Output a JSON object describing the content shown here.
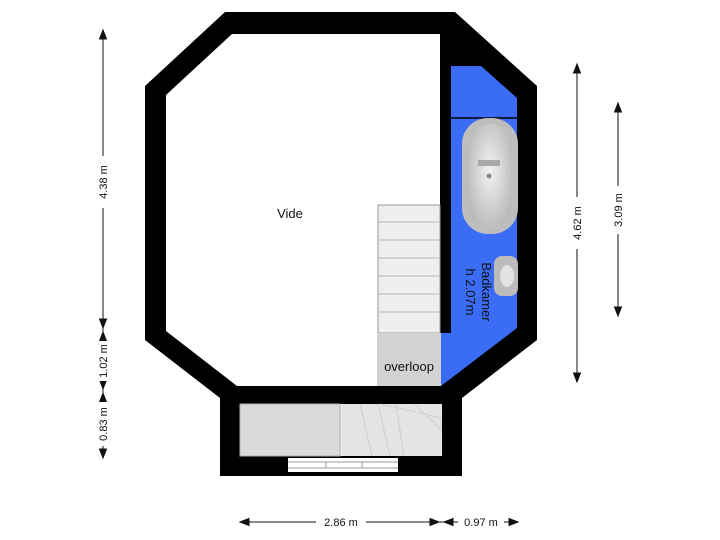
{
  "rooms": {
    "vide": "Vide",
    "overloop": "overloop",
    "bathroom_name": "Badkamer",
    "bathroom_height": "h 2.07m"
  },
  "dimensions": {
    "left_top": "4.38 m",
    "left_middle": "1.02 m",
    "left_bottom": "0.83 m",
    "right_outer": "4.62 m",
    "right_inner": "3.09 m",
    "bottom_left": "2.86 m",
    "bottom_right": "0.97 m"
  },
  "colors": {
    "wall": "#000000",
    "bathroom": "#3b6cf6",
    "stair_fill": "#efefef",
    "landing": "#d2d2d2",
    "fixture": "#cfcfcf"
  }
}
